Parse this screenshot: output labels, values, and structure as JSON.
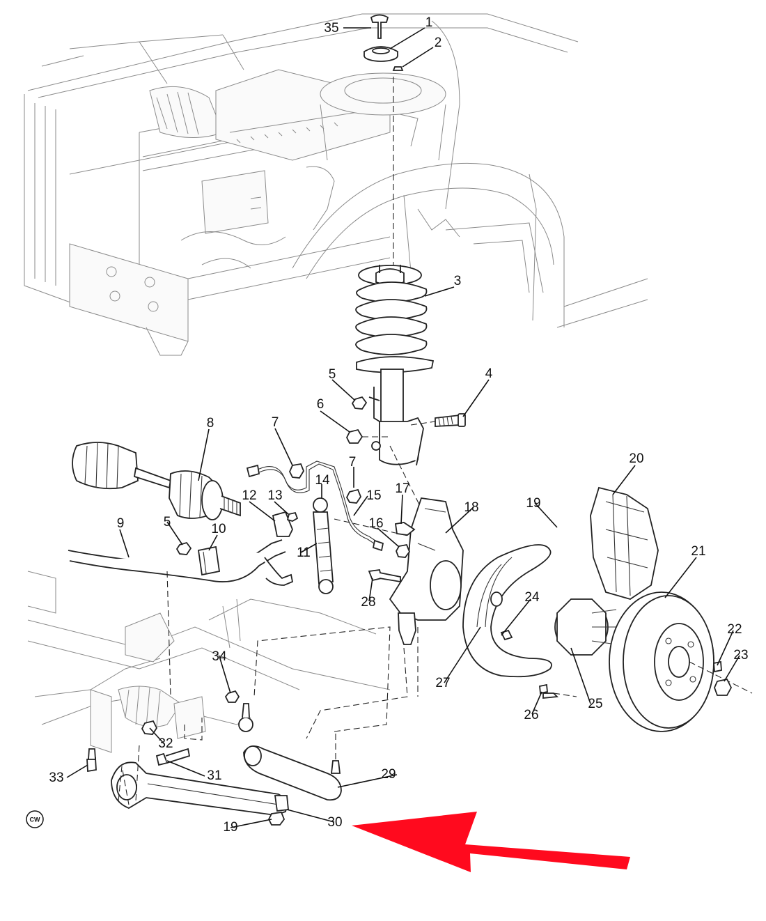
{
  "diagram": {
    "badge": "CW",
    "arrow_color": "#ff0a1e",
    "callouts": [
      {
        "id": "c35",
        "label": "35"
      },
      {
        "id": "c1",
        "label": "1"
      },
      {
        "id": "c2",
        "label": "2"
      },
      {
        "id": "c3",
        "label": "3"
      },
      {
        "id": "c4",
        "label": "4"
      },
      {
        "id": "c5a",
        "label": "5"
      },
      {
        "id": "c6",
        "label": "6"
      },
      {
        "id": "c7a",
        "label": "7"
      },
      {
        "id": "c7b",
        "label": "7"
      },
      {
        "id": "c8",
        "label": "8"
      },
      {
        "id": "c9",
        "label": "9"
      },
      {
        "id": "c10",
        "label": "10"
      },
      {
        "id": "c11",
        "label": "11"
      },
      {
        "id": "c12",
        "label": "12"
      },
      {
        "id": "c13",
        "label": "13"
      },
      {
        "id": "c14",
        "label": "14"
      },
      {
        "id": "c15",
        "label": "15"
      },
      {
        "id": "c16",
        "label": "16"
      },
      {
        "id": "c17",
        "label": "17"
      },
      {
        "id": "c18",
        "label": "18"
      },
      {
        "id": "c19a",
        "label": "19"
      },
      {
        "id": "c19b",
        "label": "19"
      },
      {
        "id": "c20",
        "label": "20"
      },
      {
        "id": "c21",
        "label": "21"
      },
      {
        "id": "c22",
        "label": "22"
      },
      {
        "id": "c23",
        "label": "23"
      },
      {
        "id": "c24",
        "label": "24"
      },
      {
        "id": "c25",
        "label": "25"
      },
      {
        "id": "c26",
        "label": "26"
      },
      {
        "id": "c27",
        "label": "27"
      },
      {
        "id": "c28",
        "label": "28"
      },
      {
        "id": "c29",
        "label": "29"
      },
      {
        "id": "c30",
        "label": "30"
      },
      {
        "id": "c31",
        "label": "31"
      },
      {
        "id": "c32",
        "label": "32"
      },
      {
        "id": "c33",
        "label": "33"
      },
      {
        "id": "c34",
        "label": "34"
      },
      {
        "id": "c5b",
        "label": "5"
      }
    ]
  }
}
